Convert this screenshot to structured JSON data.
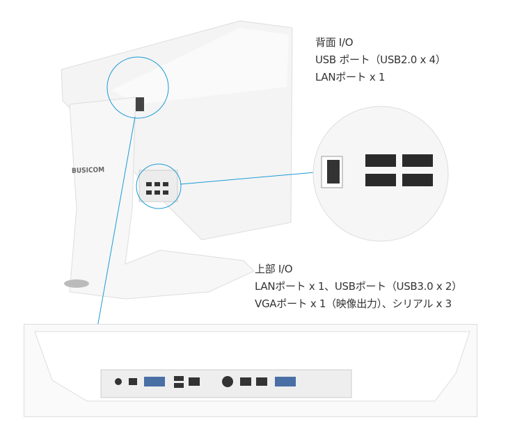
{
  "rear_io": {
    "title": "背面 I/O",
    "lines": [
      "USB ポート（USB2.0 x 4）",
      "LANポート x 1"
    ]
  },
  "top_io": {
    "title": "上部 I/O",
    "lines": [
      "LANポート x 1、USBポート（USB3.0 x 2）",
      "VGAポート x 1（映像出力）、シリアル x 3"
    ]
  },
  "product": {
    "brand": "BUSICOM"
  },
  "colors": {
    "callout_line": "#1a9ad6",
    "body": "#ffffff",
    "port": "#3a3a3a"
  }
}
